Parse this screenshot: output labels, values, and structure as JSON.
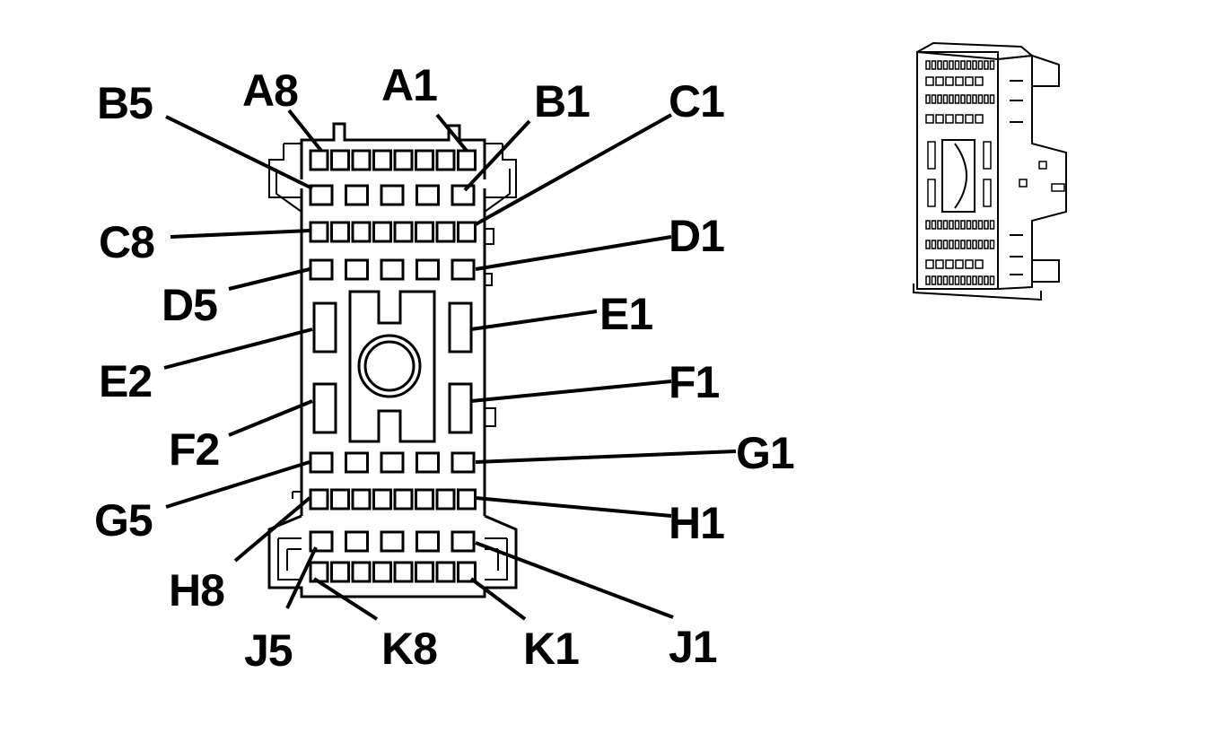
{
  "diagram": {
    "type": "connector-pinout",
    "pin_labels": [
      {
        "id": "B5",
        "text": "B5"
      },
      {
        "id": "A8",
        "text": "A8"
      },
      {
        "id": "A1",
        "text": "A1"
      },
      {
        "id": "B1",
        "text": "B1"
      },
      {
        "id": "C1",
        "text": "C1"
      },
      {
        "id": "C8",
        "text": "C8"
      },
      {
        "id": "D1",
        "text": "D1"
      },
      {
        "id": "D5",
        "text": "D5"
      },
      {
        "id": "E1",
        "text": "E1"
      },
      {
        "id": "E2",
        "text": "E2"
      },
      {
        "id": "F1",
        "text": "F1"
      },
      {
        "id": "F2",
        "text": "F2"
      },
      {
        "id": "G1",
        "text": "G1"
      },
      {
        "id": "G5",
        "text": "G5"
      },
      {
        "id": "H1",
        "text": "H1"
      },
      {
        "id": "H8",
        "text": "H8"
      },
      {
        "id": "J5",
        "text": "J5"
      },
      {
        "id": "K8",
        "text": "K8"
      },
      {
        "id": "K1",
        "text": "K1"
      },
      {
        "id": "J1",
        "text": "J1"
      }
    ],
    "line_color": "#000000",
    "background": "#ffffff"
  }
}
